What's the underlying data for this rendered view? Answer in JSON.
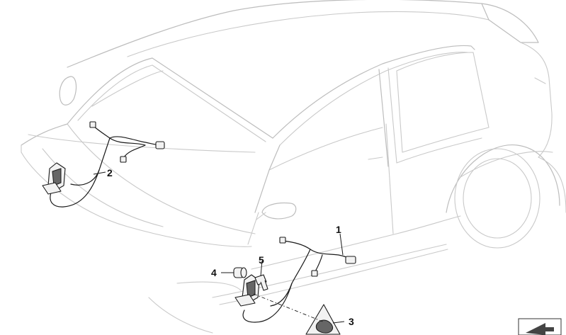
{
  "callouts": [
    "1",
    "2",
    "3",
    "4",
    "5"
  ]
}
